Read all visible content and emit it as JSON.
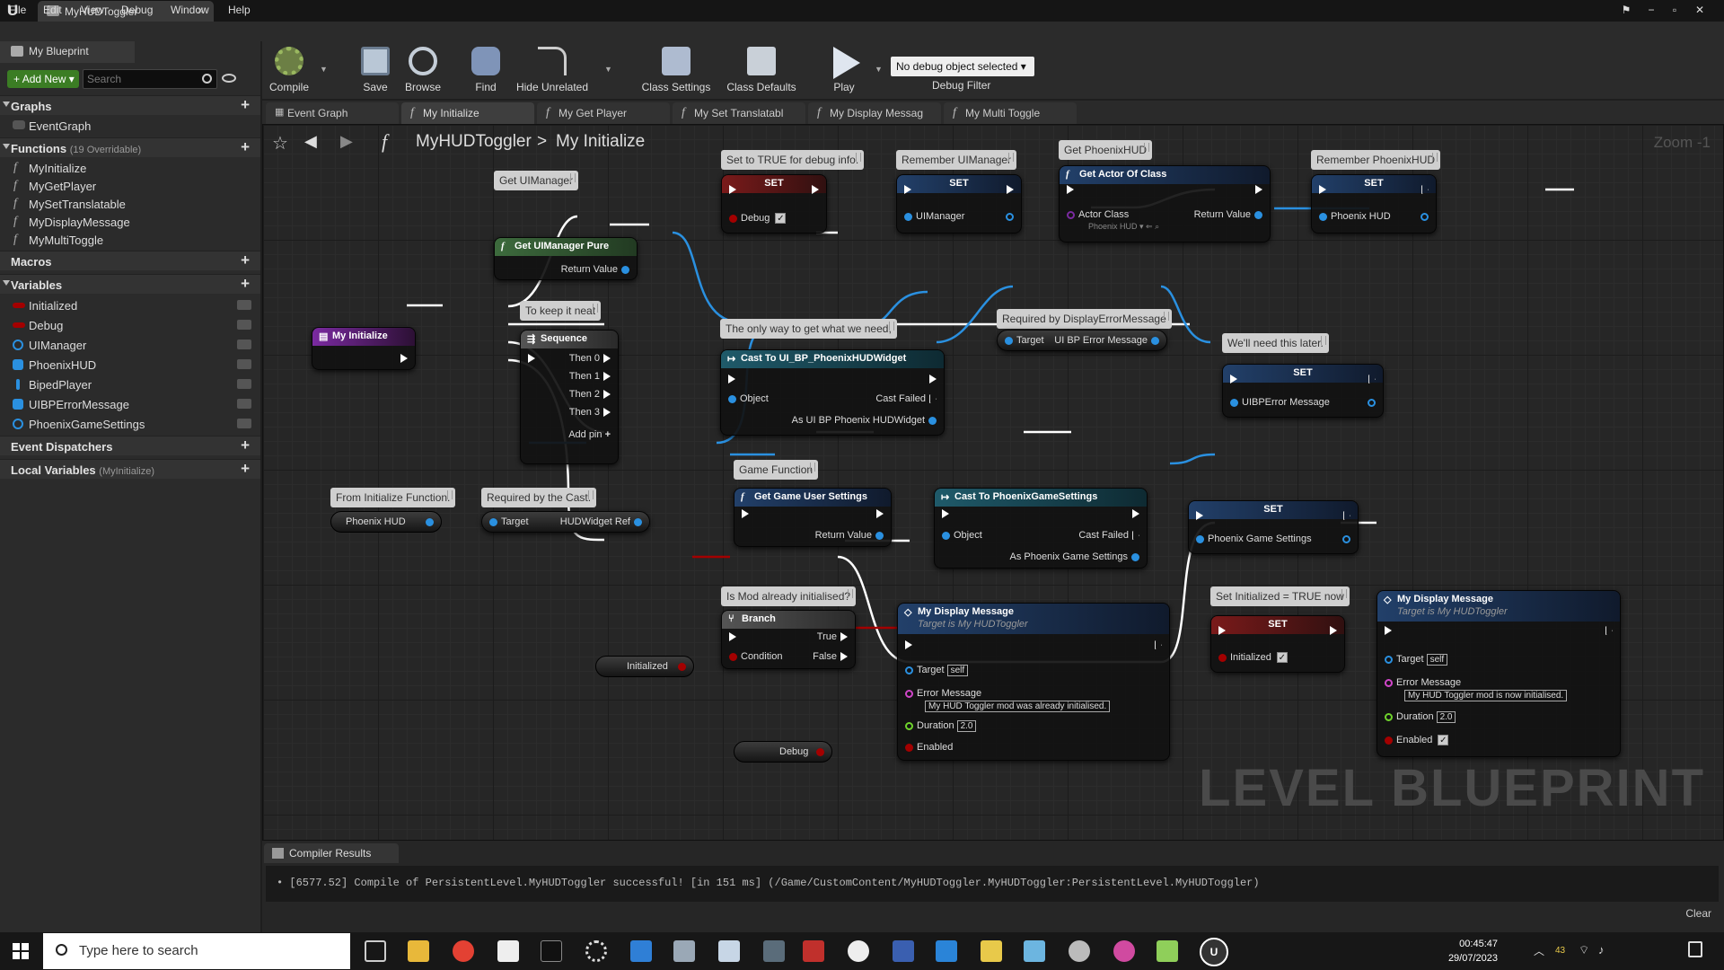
{
  "titlebar": {
    "tab_title": "MyHUDToggler",
    "minimize": "−",
    "restore": "▫",
    "close": "✕"
  },
  "menu": [
    "File",
    "Edit",
    "View",
    "Debug",
    "Window",
    "Help"
  ],
  "left": {
    "tab_title": "My Blueprint",
    "add_new_label": "Add New",
    "search_placeholder": "Search",
    "graphs_label": "Graphs",
    "event_graph_label": "EventGraph",
    "functions_label": "Functions",
    "functions_sub": "(19 Overridable)",
    "functions": [
      "MyInitialize",
      "MyGetPlayer",
      "MySetTranslatable",
      "MyDisplayMessage",
      "MyMultiToggle"
    ],
    "macros_label": "Macros",
    "variables_label": "Variables",
    "variables": [
      {
        "name": "Initialized",
        "color": "#a30000"
      },
      {
        "name": "Debug",
        "color": "#a30000"
      },
      {
        "name": "UIManager",
        "color": "#2a90e0"
      },
      {
        "name": "PhoenixHUD",
        "color": "#2a90e0"
      },
      {
        "name": "BipedPlayer",
        "color": "#2a90e0"
      },
      {
        "name": "UIBPErrorMessage",
        "color": "#2a90e0"
      },
      {
        "name": "PhoenixGameSettings",
        "color": "#2a90e0"
      }
    ],
    "event_dispatchers_label": "Event Dispatchers",
    "local_variables_label": "Local Variables",
    "local_variables_sub": "(MyInitialize)"
  },
  "toolbar": {
    "compile": "Compile",
    "save": "Save",
    "browse": "Browse",
    "find": "Find",
    "hide_unrelated": "Hide Unrelated",
    "class_settings": "Class Settings",
    "class_defaults": "Class Defaults",
    "play": "Play",
    "debug_select": "No debug object selected",
    "debug_filter": "Debug Filter"
  },
  "graph_tabs": [
    "Event Graph",
    "My Initialize",
    "My Get Player",
    "My Set Translatabl",
    "My Display Messag",
    "My Multi Toggle"
  ],
  "breadcrumb": {
    "root": "MyHUDToggler",
    "sep": ">",
    "current": "My Initialize"
  },
  "zoom": "Zoom -1",
  "watermark": "LEVEL BLUEPRINT",
  "comments": [
    "Get UIManager",
    "Set to TRUE for debug info.",
    "Remember UIManager",
    "Get PhoenixHUD",
    "Remember PhoenixHUD",
    "To keep it neat",
    "The only way to get what we need,",
    "Required by DisplayErrorMessage",
    "We'll need this later.",
    "Game Function",
    "From Initialize Function.",
    "Required by the Cast.",
    "Is Mod already initialised?",
    "Set Initialized = TRUE now"
  ],
  "nodes": {
    "get_uimanager": {
      "title": "Get UIManager Pure",
      "return": "Return Value"
    },
    "set_debug": {
      "title": "SET",
      "pin": "Debug"
    },
    "set_uimanager": {
      "title": "SET",
      "pin": "UIManager"
    },
    "get_actor": {
      "title": "Get Actor Of Class",
      "actor_class": "Actor Class",
      "class_value": "Phoenix HUD",
      "return": "Return Value"
    },
    "set_phoenixhud": {
      "title": "SET",
      "pin": "Phoenix HUD"
    },
    "my_initialize": {
      "title": "My Initialize"
    },
    "sequence": {
      "title": "Sequence",
      "then": [
        "Then 0",
        "Then 1",
        "Then 2",
        "Then 3"
      ],
      "add_pin": "Add pin"
    },
    "cast_hud": {
      "title": "Cast To UI_BP_PhoenixHUDWidget",
      "object": "Object",
      "cast_failed": "Cast Failed",
      "as": "As UI BP Phoenix HUDWidget"
    },
    "err_msg": {
      "target": "Target",
      "pin": "UI BP Error Message"
    },
    "set_uibperror": {
      "title": "SET",
      "pin": "UIBPError Message"
    },
    "phoenix_hud_var": {
      "title": "Phoenix HUD"
    },
    "hudwidget": {
      "target": "Target",
      "pin": "HUDWidget Ref"
    },
    "get_game_user": {
      "title": "Get Game User Settings",
      "return": "Return Value"
    },
    "cast_settings": {
      "title": "Cast To PhoenixGameSettings",
      "object": "Object",
      "cast_failed": "Cast Failed",
      "as": "As Phoenix Game Settings"
    },
    "set_settings": {
      "title": "SET",
      "pin": "Phoenix Game Settings"
    },
    "branch": {
      "title": "Branch",
      "condition": "Condition",
      "true": "True",
      "false": "False"
    },
    "initialized_var": {
      "title": "Initialized"
    },
    "debug_var": {
      "title": "Debug"
    },
    "display1": {
      "title": "My Display Message",
      "subtitle": "Target is My HUDToggler",
      "target": "Target",
      "self": "self",
      "error_message": "Error Message",
      "msg": "My HUD Toggler mod was already initialised.",
      "duration": "Duration",
      "duration_val": "2.0",
      "enabled": "Enabled"
    },
    "set_initialized": {
      "title": "SET",
      "pin": "Initialized"
    },
    "display2": {
      "title": "My Display Message",
      "subtitle": "Target is My HUDToggler",
      "target": "Target",
      "self": "self",
      "error_message": "Error Message",
      "msg": "My HUD Toggler mod is now initialised.",
      "duration": "Duration",
      "duration_val": "2.0",
      "enabled": "Enabled"
    }
  },
  "compiler": {
    "tab": "Compiler Results",
    "log": "• [6577.52] Compile of PersistentLevel.MyHUDToggler successful! [in 151 ms] (/Game/CustomContent/MyHUDToggler.MyHUDToggler:PersistentLevel.MyHUDToggler)",
    "clear": "Clear"
  },
  "taskbar": {
    "search": "Type here to search",
    "badge": "43",
    "time": "00:45:47",
    "date": "29/07/2023"
  }
}
